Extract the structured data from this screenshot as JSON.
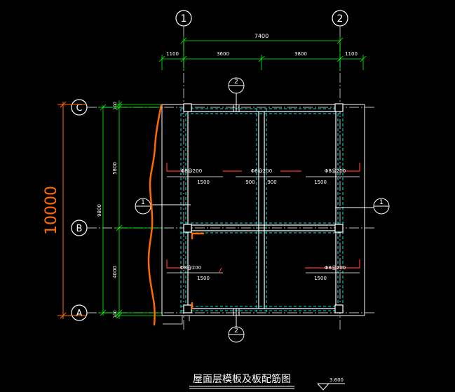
{
  "drawing": {
    "title": "屋面层模板及板配筋图",
    "level_mark": "3.600",
    "grids": {
      "vertical": [
        "1",
        "2"
      ],
      "horizontal": [
        "C",
        "B",
        "A"
      ],
      "sections": [
        "2",
        "1"
      ]
    },
    "dims_top": {
      "overall": "7400",
      "segments": [
        "1100",
        "3600",
        "3800",
        "1100"
      ]
    },
    "dims_left": {
      "overall": "10000",
      "inner_total": "9800",
      "segments": [
        "100",
        "5800",
        "4000",
        "100"
      ]
    },
    "rebar": {
      "upper_left": "Φ8@200",
      "upper_mid": "Φ8@200",
      "upper_right": "Φ8@200",
      "lower_left": "Φ8@200",
      "lower_right": "Φ8@200"
    },
    "rebar_dims": {
      "upper_left": "1500",
      "upper_mid_left": "900",
      "upper_mid_right": "900",
      "upper_right": "1500",
      "lower_left": "1500",
      "lower_right": "1500"
    },
    "colors": {
      "background": "#000000",
      "lines": "#ffffff",
      "dimension": "#00ff00",
      "beam": "#00e5e5",
      "rebar": "#ff3333",
      "markup": "#ff6a00"
    }
  }
}
